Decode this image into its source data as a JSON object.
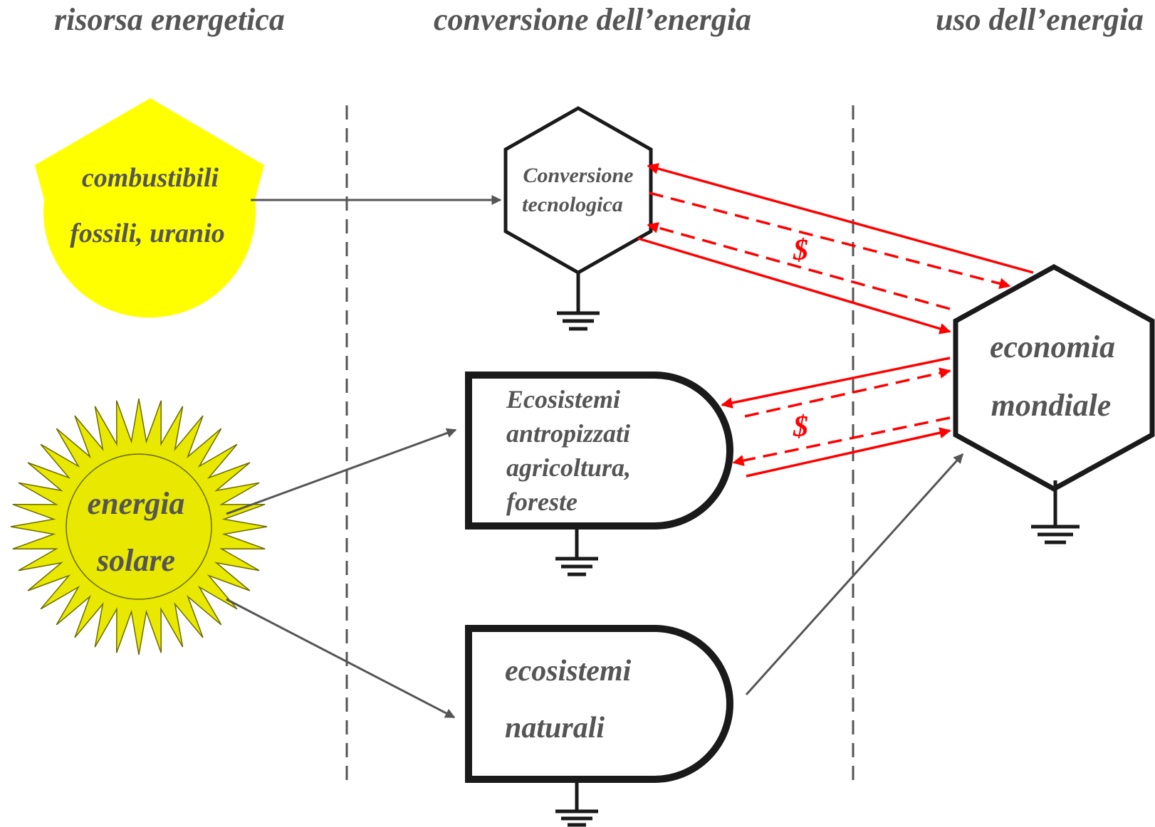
{
  "headers": {
    "resource": "risorsa energetica",
    "conversion": "conversione dell’energia",
    "use": "uso dell’energia"
  },
  "nodes": {
    "fossil": {
      "line1": "combustibili",
      "line2": "fossili, uranio",
      "fill_color": "#ffff00"
    },
    "solar": {
      "line1": "energia",
      "line2": "solare",
      "fill_color": "#e8e800"
    },
    "tech_conversion": {
      "line1": "Conversione",
      "line2": "tecnologica"
    },
    "anthropic_ecosystems": {
      "line1": "Ecosistemi",
      "line2": "antropizzati",
      "line3": "agricoltura,",
      "line4": "foreste"
    },
    "natural_ecosystems": {
      "line1": "ecosistemi",
      "line2": "naturali"
    },
    "world_economy": {
      "line1": "economia",
      "line2": "mondiale"
    }
  },
  "money_flows": {
    "upper_symbol": "$",
    "lower_symbol": "$"
  },
  "colors": {
    "text": "#555555",
    "energy_arrow": "#555555",
    "money_arrow": "#ff0000",
    "outline": "#1a1a1a",
    "divider": "#555555"
  }
}
